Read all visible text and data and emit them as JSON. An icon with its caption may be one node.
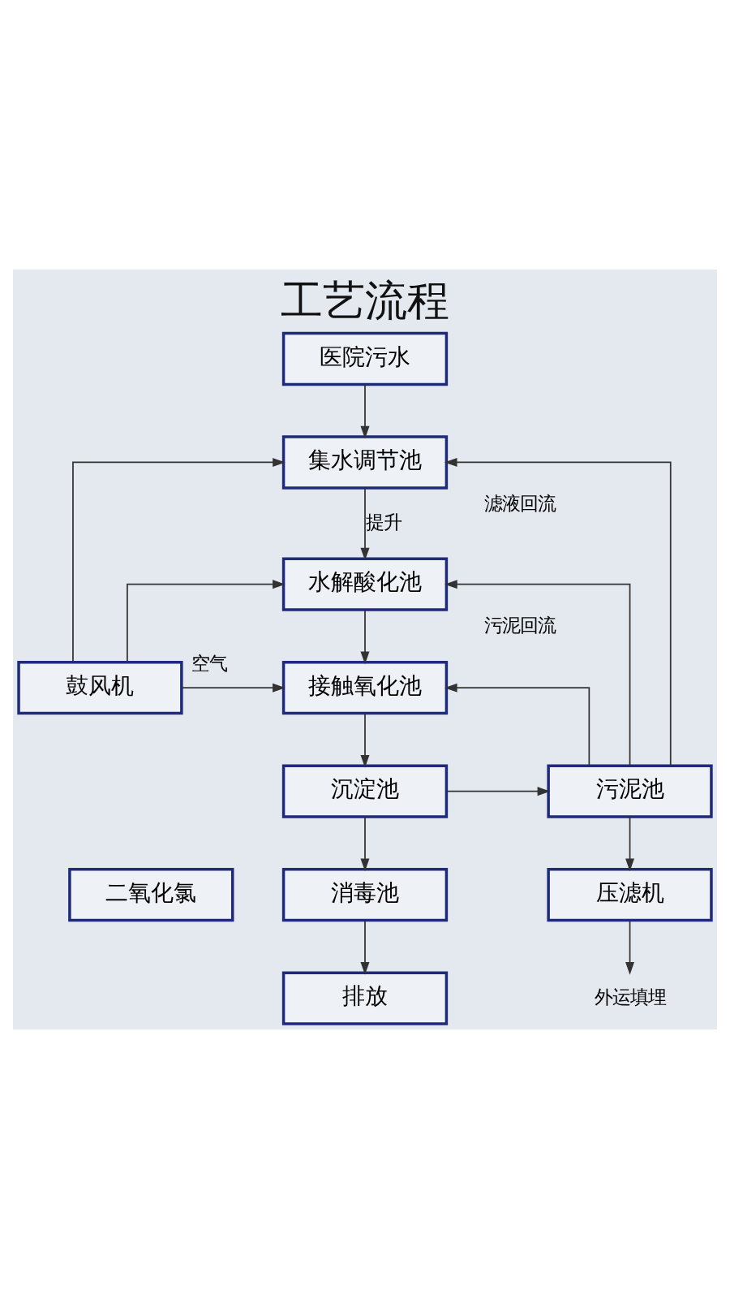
{
  "diagram": {
    "title": "工艺流程",
    "nodes": [
      {
        "text": [
          "医院污水"
        ]
      },
      {
        "text": [
          "集水调节池"
        ]
      },
      {
        "text": [
          "水解酸化池"
        ]
      },
      {
        "text": [
          "鼓风机"
        ]
      },
      {
        "text": [
          "接触氧化池"
        ]
      },
      {
        "text": [
          "沉淀池"
        ]
      },
      {
        "text": [
          "污泥池"
        ]
      },
      {
        "text": [
          "二氧化氯"
        ]
      },
      {
        "text": [
          "消毒池"
        ]
      },
      {
        "text": [
          "压滤机"
        ]
      },
      {
        "text": [
          "排放"
        ]
      },
      {
        "text": [
          "外运填埋"
        ]
      }
    ],
    "edges": [
      {
        "from": 0,
        "to": 1,
        "arrow": "to"
      },
      {
        "from": 1,
        "to": 2,
        "arrow": "to",
        "label": "提升"
      },
      {
        "from": 3,
        "to": 1,
        "arrow": "to"
      },
      {
        "from": 3,
        "to": 2,
        "arrow": "to"
      },
      {
        "from": 2,
        "to": 4,
        "arrow": "to"
      },
      {
        "from": 3,
        "to": 4,
        "arrow": "to",
        "label": "空气"
      },
      {
        "from": 6,
        "to": 1,
        "arrow": "to",
        "label": "滤液回流"
      },
      {
        "from": 6,
        "to": 2,
        "arrow": "to",
        "label": "污泥回流"
      },
      {
        "from": 6,
        "to": 4,
        "arrow": "to"
      },
      {
        "from": 4,
        "to": 5,
        "arrow": "to"
      },
      {
        "from": 5,
        "to": 6,
        "arrow": "to"
      },
      {
        "from": 5,
        "to": 8,
        "arrow": "to"
      },
      {
        "from": 6,
        "to": 9,
        "arrow": "to"
      },
      {
        "from": 8,
        "to": 10,
        "arrow": "to"
      },
      {
        "from": 9,
        "to": 11,
        "arrow": "to"
      }
    ]
  }
}
